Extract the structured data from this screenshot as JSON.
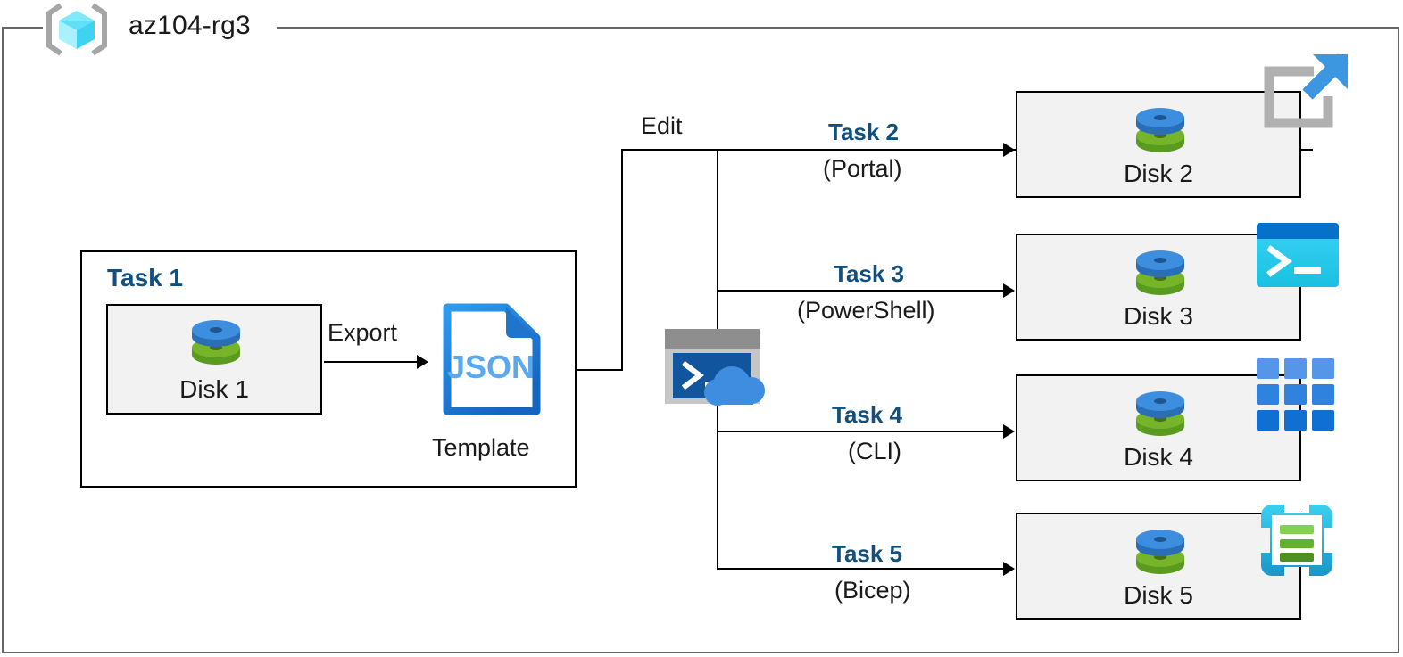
{
  "resource_group": {
    "name": "az104-rg3",
    "icon": "azure-resource-group-icon"
  },
  "task1": {
    "heading": "Task 1",
    "source_disk": {
      "label": "Disk 1",
      "icon": "managed-disk-icon"
    },
    "export_label": "Export",
    "template": {
      "file_type": "JSON",
      "caption": "Template",
      "icon": "json-file-icon"
    }
  },
  "edit": {
    "label": "Edit",
    "shell_icon": "cloud-shell-icon"
  },
  "deployments": [
    {
      "task": "Task 2",
      "method": "(Portal)",
      "disk_label": "Disk 2",
      "tool_icon": "azure-portal-icon",
      "disk_icon": "managed-disk-icon"
    },
    {
      "task": "Task 3",
      "method": "(PowerShell)",
      "disk_label": "Disk 3",
      "tool_icon": "powershell-icon",
      "disk_icon": "managed-disk-icon"
    },
    {
      "task": "Task 4",
      "method": "(CLI)",
      "disk_label": "Disk 4",
      "tool_icon": "azure-cli-icon",
      "disk_icon": "managed-disk-icon"
    },
    {
      "task": "Task 5",
      "method": "(Bicep)",
      "disk_label": "Disk 5",
      "tool_icon": "bicep-icon",
      "disk_icon": "managed-disk-icon"
    }
  ],
  "colors": {
    "task_heading": "#11507e",
    "boundary": "#666666",
    "box_fill": "#f2f2f2",
    "box_stroke": "#000000",
    "disk_blue": "#3b87d6",
    "disk_green": "#70ad27",
    "json_blue": "#2a8fe0",
    "powershell_cyan": "#2ec8ef",
    "powershell_titlebar": "#0571c8",
    "cli_blue": "#2f7fd8",
    "bicep_cyan": "#29c3ef",
    "bicep_green": "#77c043",
    "portal_gray": "#b3b3b3",
    "portal_arrow": "#3c96e0",
    "shell_window": "#b8b8b8",
    "shell_screen": "#11559e",
    "shell_cloud": "#3b87d6"
  }
}
